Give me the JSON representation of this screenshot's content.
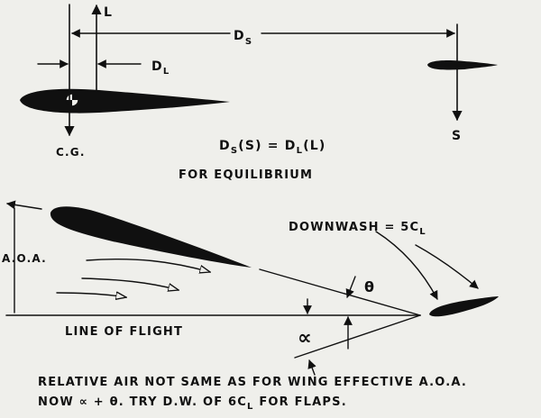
{
  "labels": {
    "lift": "L",
    "stab_force": "S",
    "ds_main": "D",
    "ds_sub": "S",
    "dl_main": "D",
    "dl_sub": "L",
    "cg": "C.G.",
    "eq_ds_main": "D",
    "eq_ds_sub": "S",
    "eq_mid": "(S) = D",
    "eq_dl_sub": "L",
    "eq_tail": "(L)",
    "for_equilibrium": "FOR EQUILIBRIUM",
    "aoa": "A.O.A.",
    "downwash_main": "DOWNWASH = 5C",
    "downwash_sub": "L",
    "theta": "θ",
    "alpha": "∝",
    "line_of_flight": "LINE OF FLIGHT",
    "note_line1": "RELATIVE AIR NOT SAME AS FOR WING EFFECTIVE A.O.A.",
    "note_line2_main": "NOW ∝ + θ.  TRY D.W. OF 6C",
    "note_line2_sub": "L",
    "note_line2_tail": " FOR FLAPS."
  },
  "colors": {
    "ink": "#101010",
    "paper": "#efefeb"
  }
}
